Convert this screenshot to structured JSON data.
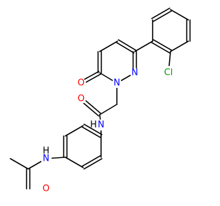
{
  "colors": {
    "bond": "#000000",
    "N": "#0000ff",
    "O": "#ff0000",
    "Cl": "#00a000",
    "H": "#000000"
  },
  "atoms": {
    "ring_n1": {
      "text": "N",
      "element": "N"
    },
    "ring_n2": {
      "text": "N",
      "element": "N"
    },
    "ketone_o": {
      "text": "O",
      "element": "O"
    },
    "amide_o": {
      "text": "O",
      "element": "O"
    },
    "amide_nh": {
      "text": "N",
      "element": "N"
    },
    "amide_h": {
      "text": "H",
      "element": "H"
    },
    "acetamide_nh": {
      "text": "N",
      "element": "N"
    },
    "acetamide_h": {
      "text": "H",
      "element": "H"
    },
    "acetyl_o": {
      "text": "O",
      "element": "O"
    },
    "chlorine": {
      "text": "Cl",
      "element": "Cl"
    }
  }
}
